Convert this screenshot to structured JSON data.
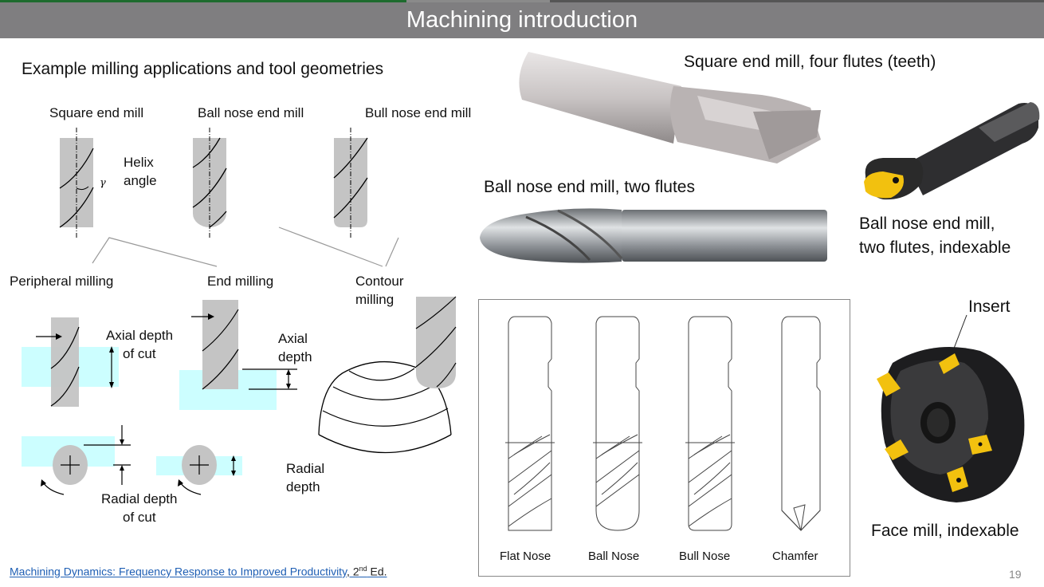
{
  "slide": {
    "title": "Machining introduction",
    "page_number": "19"
  },
  "left": {
    "heading": "Example milling applications and tool geometries",
    "tool_types": [
      "Square end mill",
      "Ball nose end mill",
      "Bull nose end mill"
    ],
    "helix_label": [
      "Helix",
      "angle"
    ],
    "gamma": "γ",
    "operations": [
      "Peripheral milling",
      "End milling",
      "Contour",
      "milling"
    ],
    "axial_depth_of_cut": [
      "Axial depth",
      "of cut"
    ],
    "axial_depth": [
      "Axial",
      "depth"
    ],
    "radial_depth_of_cut": [
      "Radial depth",
      "of cut"
    ],
    "radial_depth": [
      "Radial",
      "depth"
    ]
  },
  "right": {
    "square_end_mill_caption": "Square end mill, four flutes (teeth)",
    "ball_nose_caption": "Ball nose end mill, two flutes",
    "indexable_ball_caption": [
      "Ball nose end mill,",
      "two flutes, indexable"
    ],
    "insert_label": "Insert",
    "face_mill_caption": "Face mill, indexable",
    "panel_tools": [
      "Flat Nose",
      "Ball Nose",
      "Bull Nose",
      "Chamfer"
    ]
  },
  "colors": {
    "title_bar": "#7f7e80",
    "workpiece": "#ccfeff",
    "tool_gray": "#c4c4c4",
    "insert_yellow": "#f2c10f",
    "link_blue": "#1f5fb4"
  },
  "footer": {
    "reference_link": "Machining Dynamics: Frequency Response to Improved Productivity",
    "edition_prefix": ", 2",
    "edition_sup": "nd",
    "edition_suffix": " Ed."
  }
}
